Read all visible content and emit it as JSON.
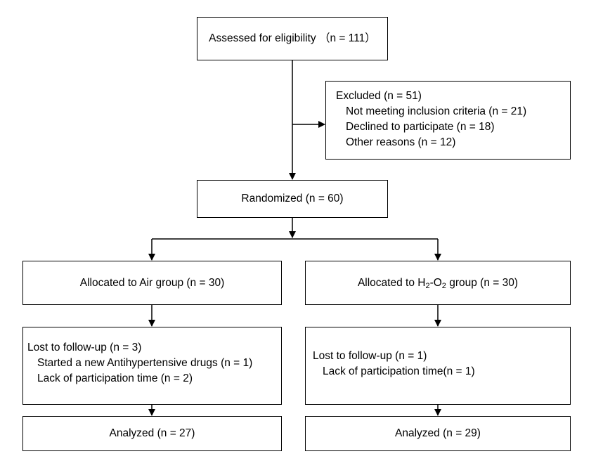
{
  "assessed": "Assessed for eligibility （n = 111）",
  "excluded": {
    "title": "Excluded (n = 51)",
    "reasons": [
      "Not meeting inclusion criteria (n = 21)",
      "Declined to participate (n = 18)",
      "Other reasons (n = 12)"
    ]
  },
  "randomized": "Randomized (n = 60)",
  "air_arm": {
    "allocated": "Allocated to Air group (n = 30)",
    "lost_title": "Lost to follow-up (n = 3)",
    "lost_reasons": [
      "Started a new Antihypertensive drugs (n = 1)",
      "Lack of participation time (n = 2)"
    ],
    "analyzed": "Analyzed (n = 27)"
  },
  "h2_arm": {
    "allocated_prefix": "Allocated to H",
    "allocated_sub1": "2",
    "allocated_mid": "-O",
    "allocated_sub2": "2",
    "allocated_suffix": " group (n = 30)",
    "lost_title": "Lost to follow-up (n = 1)",
    "lost_reasons": [
      "Lack of participation time(n = 1)"
    ],
    "analyzed": "Analyzed (n = 29)"
  },
  "colors": {
    "line": "#000000",
    "background": "#ffffff"
  }
}
